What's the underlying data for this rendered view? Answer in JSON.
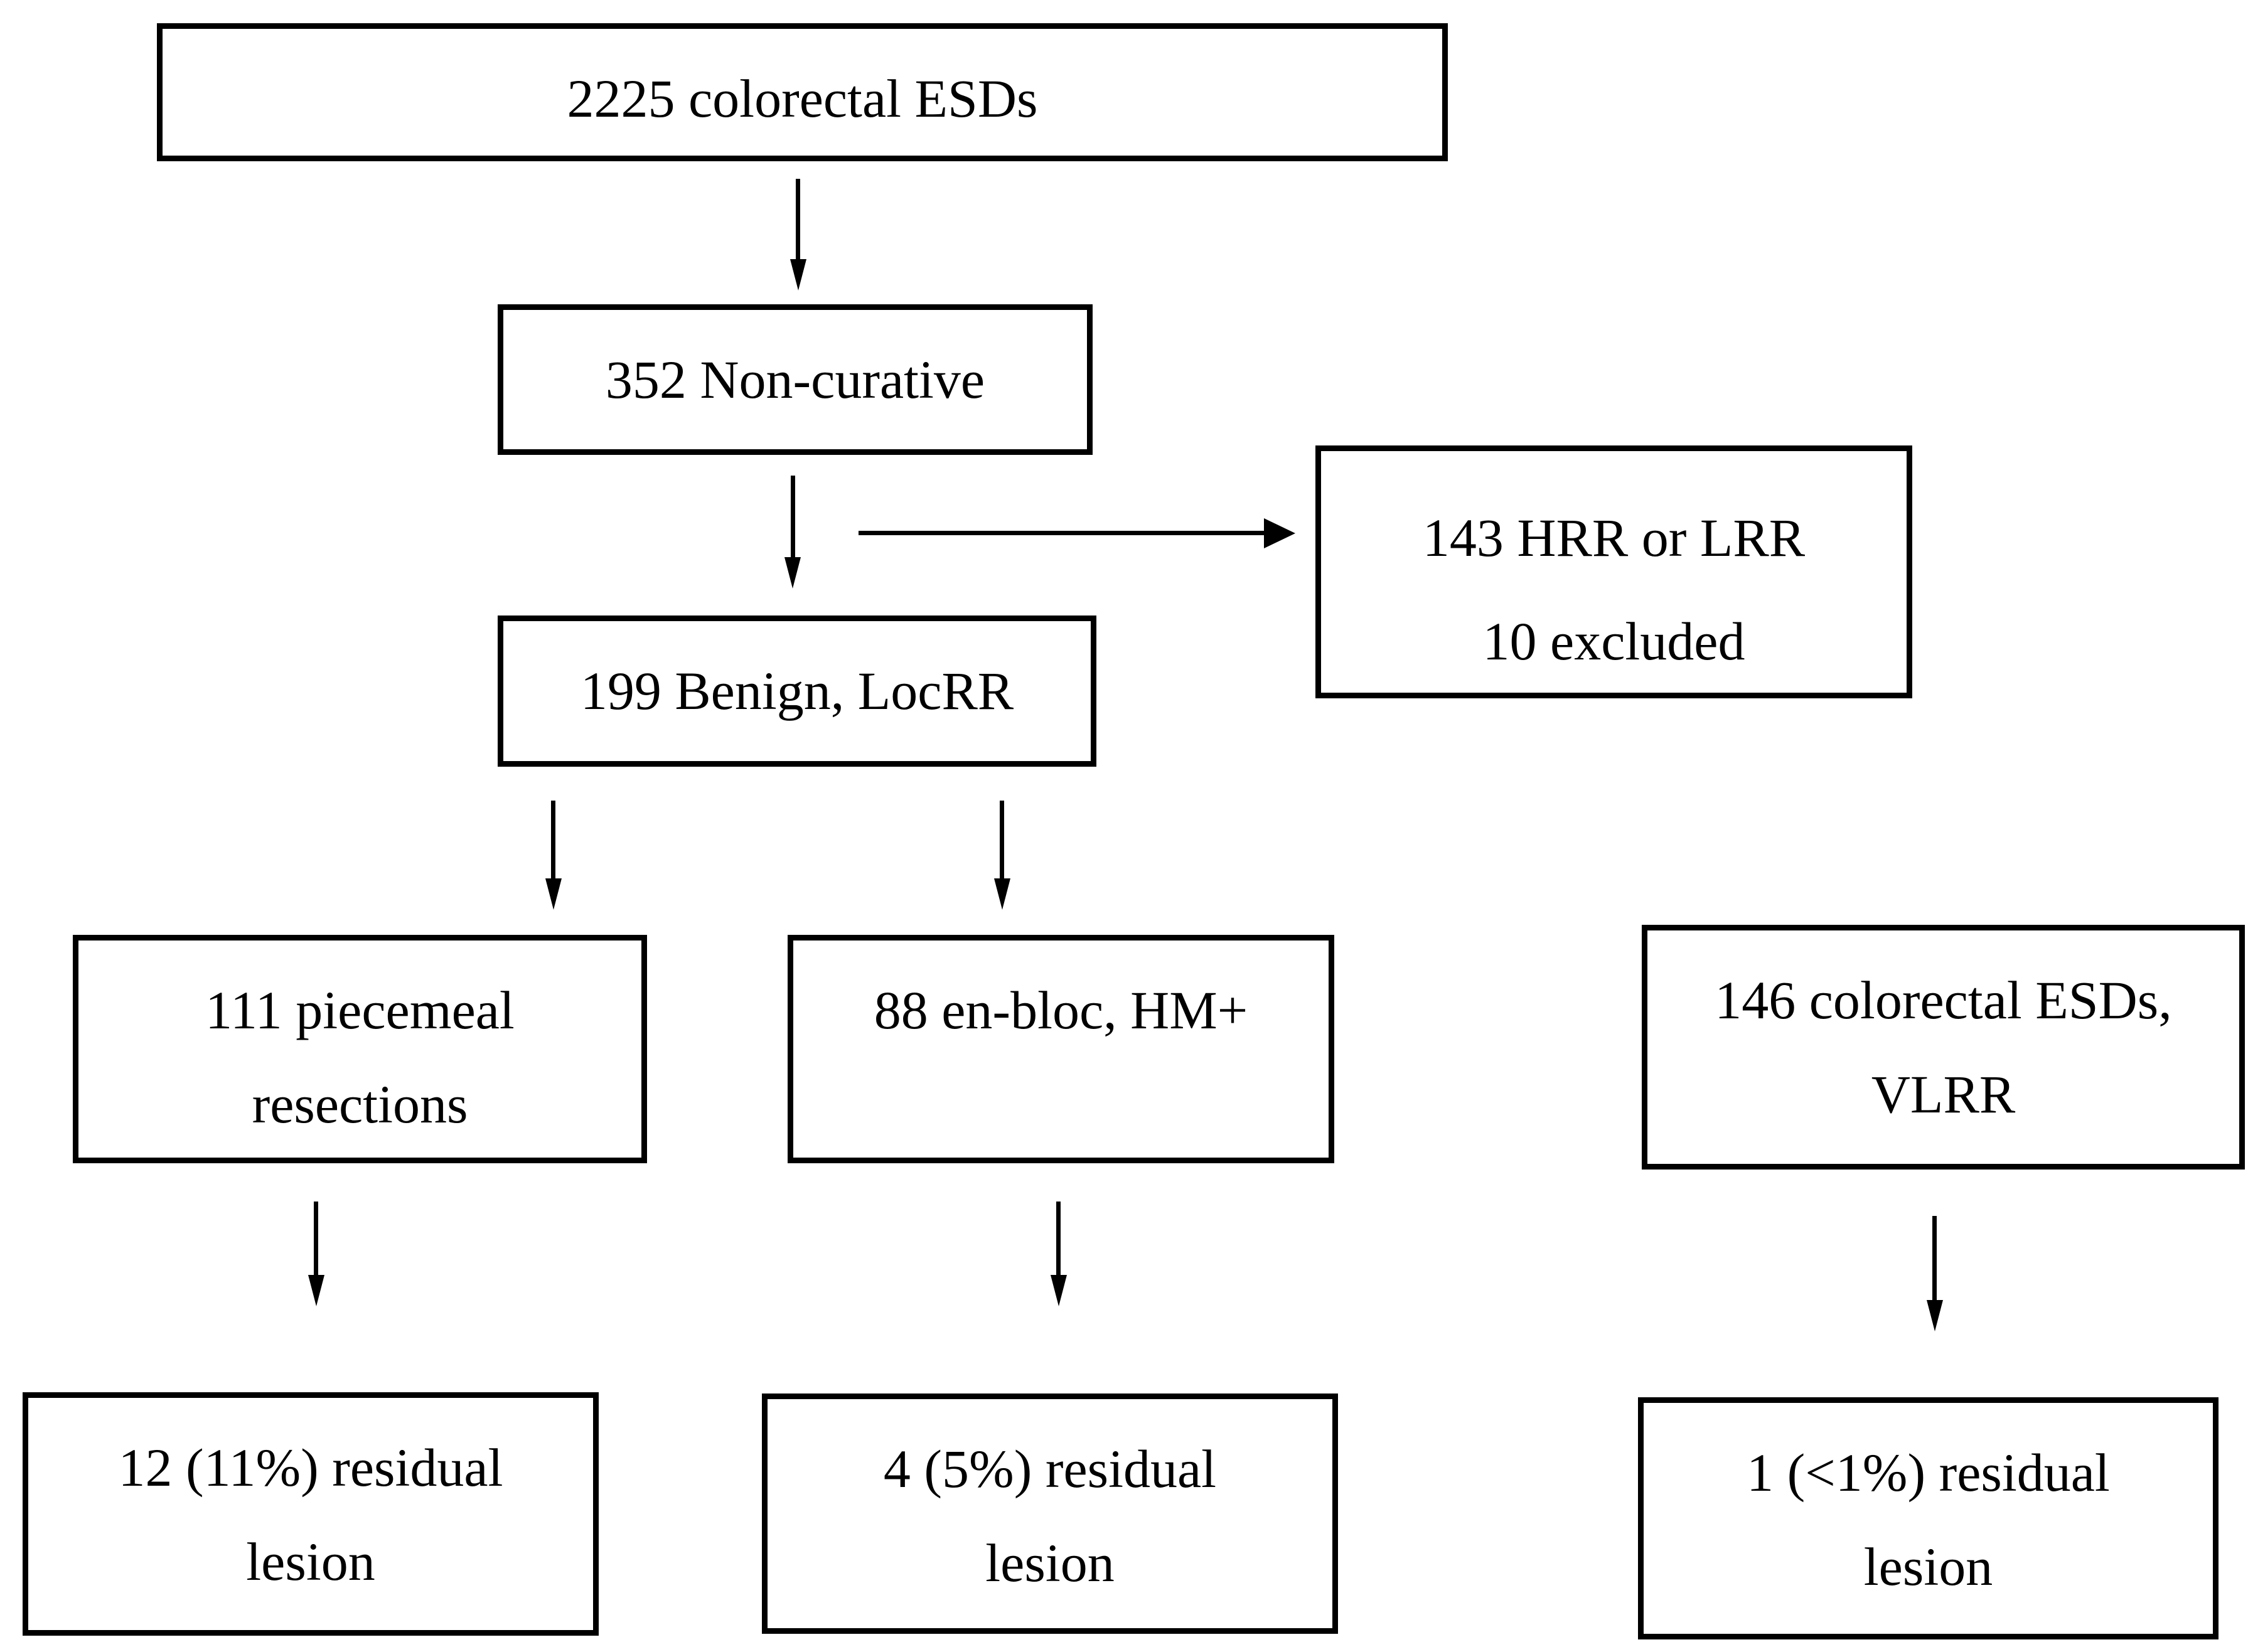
{
  "figure": {
    "type": "flowchart",
    "colors": {
      "line": "#000000",
      "background": "#ffffff",
      "text": "#000000"
    },
    "boxes": {
      "total": {
        "line1": "2225 colorectal ESDs"
      },
      "noncurative": {
        "line1": "352 Non-curative"
      },
      "hrr_lrr": {
        "line1": "143 HRR or LRR",
        "line2": "10 excluded"
      },
      "benign_locrr": {
        "line1": "199 Benign, LocRR"
      },
      "piecemeal": {
        "line1": "111 piecemeal",
        "line2": "resections"
      },
      "enbloc": {
        "line1": "88 en-bloc, HM+"
      },
      "vlrr": {
        "line1": "146 colorectal ESDs,",
        "line2": "VLRR"
      },
      "piecemeal_residual": {
        "line1": "12 (11%) residual",
        "line2": "lesion"
      },
      "enbloc_residual": {
        "line1": "4 (5%) residual",
        "line2": "lesion"
      },
      "vlrr_residual": {
        "line1": "1 (<1%) residual",
        "line2": "lesion"
      }
    }
  }
}
